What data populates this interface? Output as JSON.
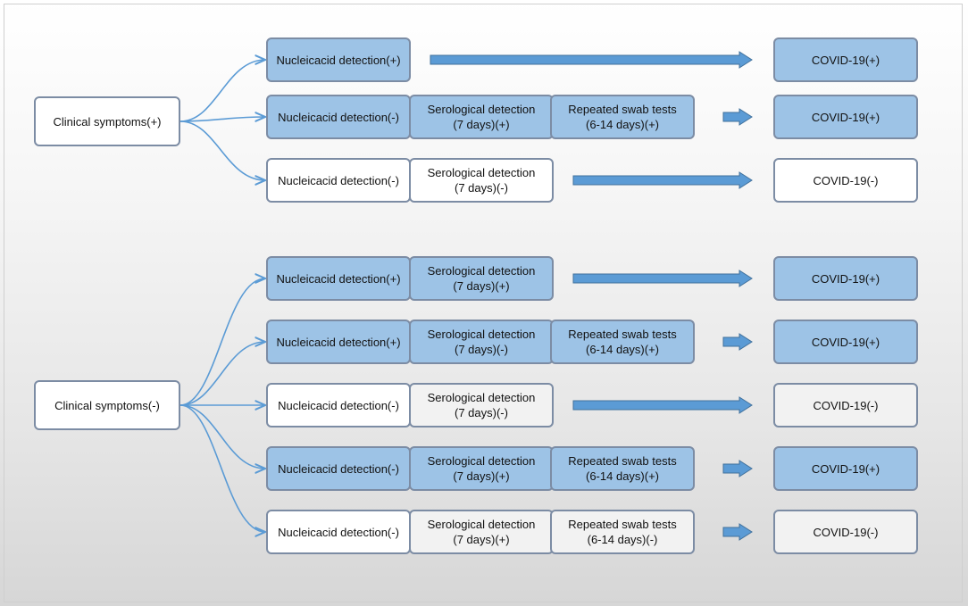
{
  "diagram": {
    "colors": {
      "positive_fill": "#9dc3e6",
      "neutral_fill": "#ffffff",
      "secondary_fill": "#f2f2f2",
      "border": "#7c8ca4",
      "arrow": "#5b9bd5"
    },
    "groups": [
      {
        "root": {
          "label": "Clinical symptoms(+)"
        },
        "rows": [
          {
            "nucleic": {
              "label": "Nucleicacid detection(+)",
              "fill": "blue"
            },
            "serological": null,
            "swab": null,
            "outcome": {
              "label": "COVID-19(+)",
              "fill": "blue"
            }
          },
          {
            "nucleic": {
              "label": "Nucleicacid detection(-)",
              "fill": "blue"
            },
            "serological": {
              "line1": "Serological detection",
              "line2": "(7 days)(+)",
              "fill": "blue"
            },
            "swab": {
              "line1": "Repeated swab tests",
              "line2": "(6-14 days)(+)",
              "fill": "blue"
            },
            "outcome": {
              "label": "COVID-19(+)",
              "fill": "blue"
            }
          },
          {
            "nucleic": {
              "label": "Nucleicacid detection(-)",
              "fill": "white"
            },
            "serological": {
              "line1": "Serological detection",
              "line2": "(7 days)(-)",
              "fill": "white"
            },
            "swab": null,
            "outcome": {
              "label": "COVID-19(-)",
              "fill": "white"
            }
          }
        ]
      },
      {
        "root": {
          "label": "Clinical symptoms(-)"
        },
        "rows": [
          {
            "nucleic": {
              "label": "Nucleicacid detection(+)",
              "fill": "blue"
            },
            "serological": {
              "line1": "Serological detection",
              "line2": "(7 days)(+)",
              "fill": "blue"
            },
            "swab": null,
            "outcome": {
              "label": "COVID-19(+)",
              "fill": "blue"
            }
          },
          {
            "nucleic": {
              "label": "Nucleicacid detection(+)",
              "fill": "blue"
            },
            "serological": {
              "line1": "Serological detection",
              "line2": "(7 days)(-)",
              "fill": "blue"
            },
            "swab": {
              "line1": "Repeated swab tests",
              "line2": "(6-14 days)(+)",
              "fill": "blue"
            },
            "outcome": {
              "label": "COVID-19(+)",
              "fill": "blue"
            }
          },
          {
            "nucleic": {
              "label": "Nucleicacid detection(-)",
              "fill": "white"
            },
            "serological": {
              "line1": "Serological detection",
              "line2": "(7 days)(-)",
              "fill": "gray"
            },
            "swab": null,
            "outcome": {
              "label": "COVID-19(-)",
              "fill": "gray"
            }
          },
          {
            "nucleic": {
              "label": "Nucleicacid detection(-)",
              "fill": "blue"
            },
            "serological": {
              "line1": "Serological detection",
              "line2": "(7 days)(+)",
              "fill": "blue"
            },
            "swab": {
              "line1": "Repeated swab tests",
              "line2": "(6-14 days)(+)",
              "fill": "blue"
            },
            "outcome": {
              "label": "COVID-19(+)",
              "fill": "blue"
            }
          },
          {
            "nucleic": {
              "label": "Nucleicacid detection(-)",
              "fill": "white"
            },
            "serological": {
              "line1": "Serological detection",
              "line2": "(7 days)(+)",
              "fill": "gray"
            },
            "swab": {
              "line1": "Repeated swab tests",
              "line2": "(6-14 days)(-)",
              "fill": "gray"
            },
            "outcome": {
              "label": "COVID-19(-)",
              "fill": "gray"
            }
          }
        ]
      }
    ]
  }
}
